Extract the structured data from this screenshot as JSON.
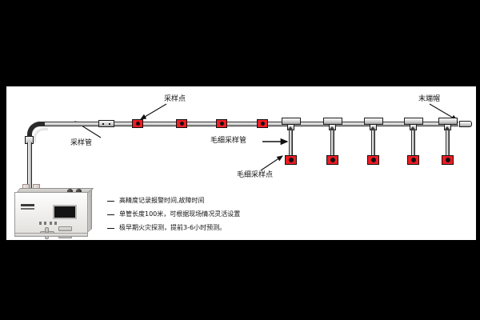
{
  "figure": {
    "title": "空气采样管路系统示意图",
    "background_color": "#000000",
    "sheet_color": "#ffffff",
    "accent_color": "#ee1b24"
  },
  "labels": {
    "sampling_point": "采样点",
    "sampling_pipe": "采样管",
    "end_cap": "末端帽",
    "capillary_pipe": "毛细采样管",
    "capillary_point": "毛细采样点"
  },
  "bullets": [
    "高精度记录报警时间,故障时间",
    "单管长度100米，可根据现场情况灵活设置",
    "极早期火灾探测，提前3-6小时预测。"
  ],
  "diagram": {
    "main_pipe_sampling_points": 4,
    "tee_branches": 5,
    "capillary_points": 5,
    "inline_couplers": 1,
    "elbows": 1,
    "end_caps": 1
  },
  "device": {
    "name": "极早期空气采样探测主机",
    "screen_label": "",
    "indicator_count": 4,
    "button_count": 2,
    "knob_count": 2,
    "vent_count": 2
  }
}
